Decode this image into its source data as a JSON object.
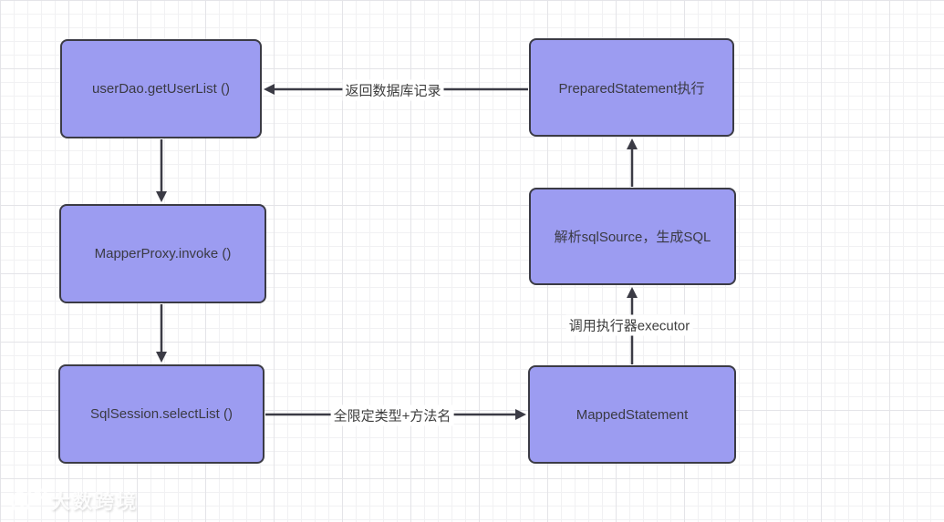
{
  "diagram": {
    "nodes": [
      {
        "id": "userdao-getuserlist",
        "label": "userDao.getUserList ()"
      },
      {
        "id": "mapperproxy-invoke",
        "label": "MapperProxy.invoke ()"
      },
      {
        "id": "sqlsession-selectlist",
        "label": "SqlSession.selectList ()"
      },
      {
        "id": "preparedstatement-exec",
        "label": "PreparedStatement执行"
      },
      {
        "id": "parse-sqlsource",
        "label": "解析sqlSource，生成SQL"
      },
      {
        "id": "mappedstatement",
        "label": "MappedStatement"
      }
    ],
    "edges": [
      {
        "from": "userdao-getuserlist",
        "to": "mapperproxy-invoke",
        "label": ""
      },
      {
        "from": "mapperproxy-invoke",
        "to": "sqlsession-selectlist",
        "label": ""
      },
      {
        "from": "sqlsession-selectlist",
        "to": "mappedstatement",
        "label": "全限定类型+方法名"
      },
      {
        "from": "mappedstatement",
        "to": "parse-sqlsource",
        "label": "调用执行器executor"
      },
      {
        "from": "parse-sqlsource",
        "to": "preparedstatement-exec",
        "label": ""
      },
      {
        "from": "preparedstatement-exec",
        "to": "userdao-getuserlist",
        "label": "返回数据库记录"
      }
    ]
  },
  "colors": {
    "node_fill": "#9c9cf1",
    "node_border": "#3b3b45",
    "node_text": "#3a3a43",
    "arrow": "#3b3b45",
    "edge_label_text": "#3d3d3d",
    "background": "#ffffff",
    "grid_minor": "#f1f1f3",
    "grid_major": "#e4e4e8"
  },
  "watermark": {
    "text": "大数跨境"
  }
}
